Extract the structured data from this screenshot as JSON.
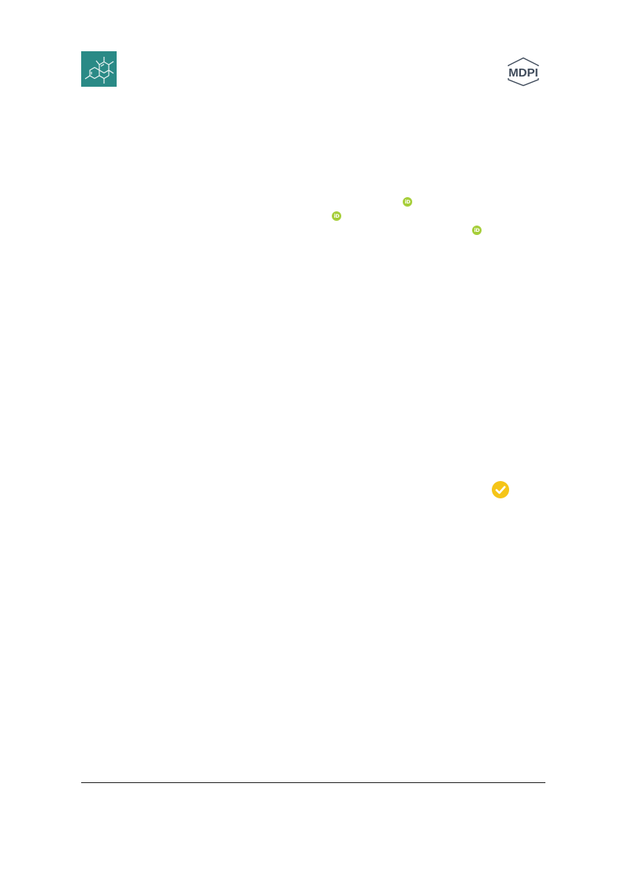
{
  "header": {
    "journal_logo": {
      "icon": "molecule-icon",
      "color": "#2a8a86"
    },
    "publisher_logo": {
      "icon": "mdpi-logo",
      "text": "MDPI",
      "color": "#3e4a5a"
    }
  },
  "authors": {
    "orcid_badges": [
      {
        "icon": "orcid-icon",
        "label": "iD",
        "color": "#a6ce39"
      },
      {
        "icon": "orcid-icon",
        "label": "iD",
        "color": "#a6ce39"
      },
      {
        "icon": "orcid-icon",
        "label": "iD",
        "color": "#a6ce39"
      }
    ]
  },
  "check_for_updates": {
    "icon": "check-for-updates-icon",
    "color": "#f5c518"
  },
  "footer": {
    "rule_color": "#222222"
  }
}
